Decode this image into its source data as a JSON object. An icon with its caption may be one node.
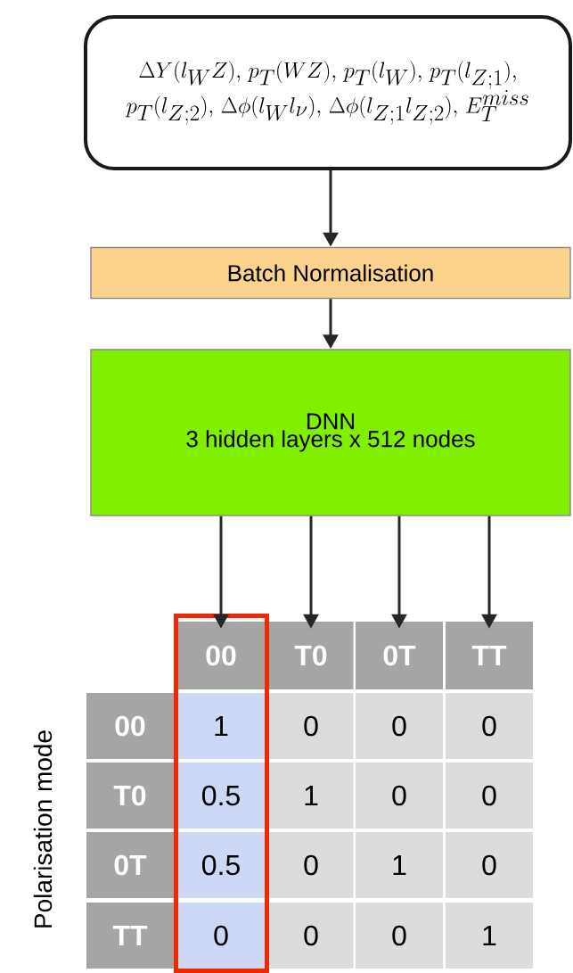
{
  "diagram": {
    "nodes": [
      {
        "text": [
          "\\Delta Y(l_W Z),\\allowbreak\\ p_T(WZ),\\allowbreak\\ p_T(l_W),\\allowbreak\\ p_T(l_{Z;1}),\\allowbreak\\ p_T(l_{Z;2}),\\allowbreak\\ \\Delta\\phi(l_W l_\\nu),\\allowbreak\\ \\Delta\\phi(l_{Z;1} l_{Z;2}),\\allowbreak\\ E_T^{miss}"
        ]
      },
      {
        "text": [
          "Batch Normalisation"
        ]
      },
      {
        "text": [
          "DNN",
          "3 hidden layers x 512 nodes"
        ]
      },
      {
        "text": [
          "00"
        ]
      },
      {
        "text": [
          "T0"
        ]
      },
      {
        "text": [
          "0T"
        ]
      },
      {
        "text": [
          "TT"
        ]
      },
      {
        "text": [
          "00"
        ]
      },
      {
        "text": [
          "T0"
        ]
      },
      {
        "text": [
          "0T"
        ]
      },
      {
        "text": [
          "TT"
        ]
      }
    ],
    "edges": [
      {
        "from": 0,
        "to": 1,
        "arrow": "to"
      },
      {
        "from": 1,
        "to": 2,
        "arrow": "to"
      },
      {
        "from": 2,
        "to": 3,
        "arrow": "to"
      },
      {
        "from": 2,
        "to": 4,
        "arrow": "to"
      },
      {
        "from": 2,
        "to": 5,
        "arrow": "to"
      },
      {
        "from": 2,
        "to": 6,
        "arrow": "to"
      }
    ],
    "labels": [
      "1",
      "0",
      "0",
      "0",
      "0.5",
      "1",
      "0",
      "0",
      "0.5",
      "0",
      "1",
      "0",
      "0",
      "0",
      "0",
      "1",
      "Polarisation mode"
    ]
  }
}
